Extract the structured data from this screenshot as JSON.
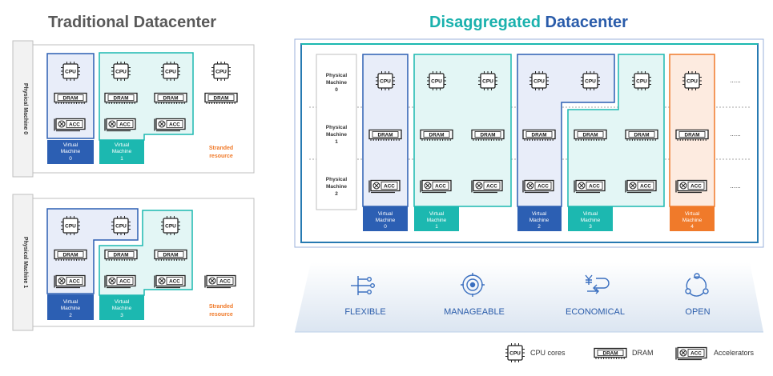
{
  "traditional": {
    "title": "Traditional Datacenter",
    "machines": [
      {
        "label": "Physical Machine 0"
      },
      {
        "label": "Physical Machine 1"
      }
    ],
    "vm_labels": [
      [
        "Virtual",
        "Machine",
        "0"
      ],
      [
        "Virtual",
        "Machine",
        "1"
      ],
      [
        "Virtual",
        "Machine",
        "2"
      ],
      [
        "Virtual",
        "Machine",
        "3"
      ]
    ],
    "stranded": [
      "Stranded",
      "resource"
    ]
  },
  "disaggregated": {
    "title_part1": "Disaggregated",
    "title_part2": "Datacenter",
    "rows": [
      [
        "Physical",
        "Machine",
        "0"
      ],
      [
        "Physical",
        "Machine",
        "1"
      ],
      [
        "Physical",
        "Machine",
        "2"
      ]
    ],
    "vm_labels": [
      [
        "Virtual",
        "Machine",
        "0"
      ],
      [
        "Virtual",
        "Machine",
        "1"
      ],
      [
        "Virtual",
        "Machine",
        "2"
      ],
      [
        "Virtual",
        "Machine",
        "3"
      ],
      [
        "Virtual",
        "Machine",
        "4"
      ]
    ],
    "ellipsis": "......"
  },
  "chips": {
    "cpu": "CPU",
    "dram": "DRAM",
    "acc": "ACC"
  },
  "features": [
    {
      "label": "FLEXIBLE",
      "icon": "flexible-icon"
    },
    {
      "label": "MANAGEABLE",
      "icon": "manageable-icon"
    },
    {
      "label": "ECONOMICAL",
      "icon": "economical-icon"
    },
    {
      "label": "OPEN",
      "icon": "open-icon"
    }
  ],
  "legend": {
    "cpu": "CPU cores",
    "dram": "DRAM",
    "acc": "Accelerators"
  },
  "colors": {
    "blue": "#2c5fb3",
    "blue_fill": "#e8edf9",
    "teal": "#1cb8b0",
    "teal_fill": "#e3f6f5",
    "orange": "#f07a2a",
    "orange_fill": "#fdebe0",
    "title_gray": "#595959",
    "title_teal": "#1ab1ad",
    "title_blue": "#2a5caa"
  }
}
